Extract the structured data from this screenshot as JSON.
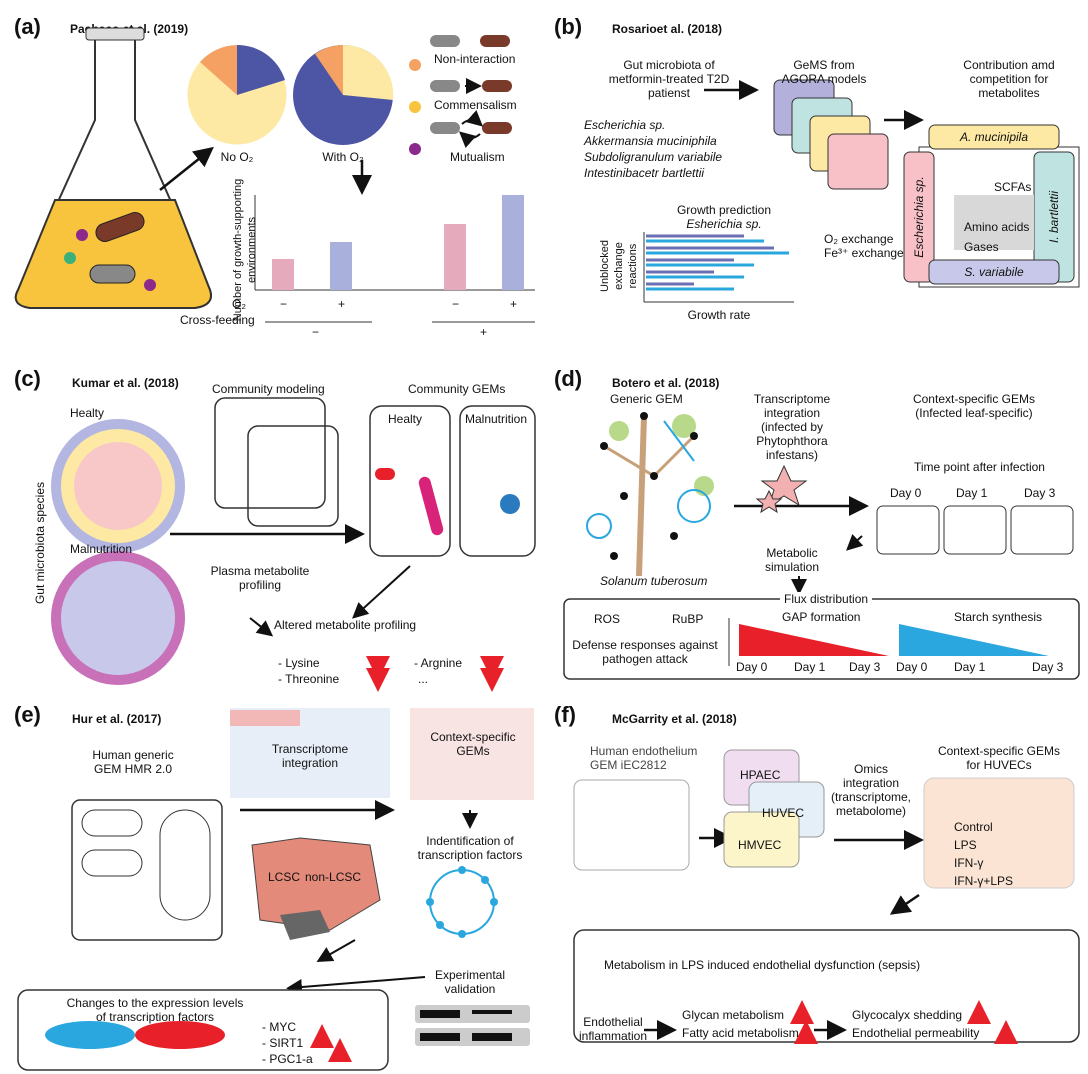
{
  "panels": {
    "a": {
      "label": "(a)",
      "ref": "Pacheco et al. (2019)",
      "pie1": "No O₂",
      "pie2": "With O₂",
      "legend": [
        "Non-interaction",
        "Commensalism",
        "Mutualism"
      ],
      "ylabel": "Number of growth-supporting environments",
      "o2_row": "O₂",
      "cf_row": "Cross-feeding",
      "o2_vals": [
        "−",
        "+",
        "−",
        "+"
      ],
      "cf_vals": [
        "−",
        "+"
      ]
    },
    "b": {
      "label": "(b)",
      "ref": "Rosarioet al. (2018)",
      "title1": "Gut microbiota of metformin-treated T2D patienst",
      "title2": "GeMS from AGORA models",
      "title3": "Contribution amd competition for metabolites",
      "species": [
        "Escherichia sp.",
        "Akkermansia muciniphila",
        "Subdoligranulum variabile",
        "Intestinibacetr bartlettii"
      ],
      "growth_title": "Growth prediction",
      "growth_sub": "Esherichia sp.",
      "ylabel": "Unblocked exchange reactions",
      "xlabel": "Growth rate",
      "exchange1": "O₂ exchange",
      "exchange2": "Fe³⁺ exchange",
      "box_top": "A. mucinipila",
      "box_left": "Escherichia sp.",
      "box_right": "I. bartlettii",
      "box_bottom": "S. variabile",
      "inner": [
        "SCFAs",
        "Amino acids",
        "Gases"
      ]
    },
    "c": {
      "label": "(c)",
      "ref": "Kumar et al. (2018)",
      "side": "Gut microbiota species",
      "healthy": "Healty",
      "malnutrition": "Malnutrition",
      "community": "Community modeling",
      "gems": "Community GEMs",
      "gems_h": "Healty",
      "gems_m": "Malnutrition",
      "plasma": "Plasma metabolite profiling",
      "altered": "Altered metabolite profiling",
      "metabolites": [
        "- Lysine",
        "- Threonine",
        "- Argnine",
        "..."
      ]
    },
    "d": {
      "label": "(d)",
      "ref": "Botero et al. (2018)",
      "generic": "Generic GEM",
      "species": "Solanum tuberosum",
      "transcriptome": "Transcriptome integration (infected by Phytophthora infestans)",
      "context": "Context-specific GEMs (Infected leaf-specific)",
      "timepoint": "Time point after infection",
      "days": [
        "Day 0",
        "Day 1",
        "Day 3"
      ],
      "simulation": "Metabolic simulation",
      "flux": "Flux distribution",
      "ros": "ROS",
      "rubp": "RuBP",
      "defense": "Defense responses against pathogen attack",
      "gap": "GAP formation",
      "starch": "Starch synthesis"
    },
    "e": {
      "label": "(e)",
      "ref": "Hur et al. (2017)",
      "human": "Human generic GEM HMR 2.0",
      "transcriptome": "Transcriptome integration",
      "context": "Context-specific GEMs",
      "lcsc": "LCSC",
      "nonlcsc": "non-LCSC",
      "identification": "Indentification of transcription factors",
      "validation": "Experimental validation",
      "changes": "Changes to the expression levels of transcription factors",
      "factors": [
        "- MYC",
        "- SIRT1",
        "- PGC1-a"
      ]
    },
    "f": {
      "label": "(f)",
      "ref": "McGarrity et al. (2018)",
      "human": "Human endothelium GEM iEC2812",
      "cells": [
        "HPAEC",
        "HUVEC",
        "HMVEC"
      ],
      "omics": "Omics integration (transcriptome, metabolome)",
      "context": "Context-specific GEMs for HUVECs",
      "conditions": [
        "Control",
        "LPS",
        "IFN-γ",
        "IFN-γ+LPS"
      ],
      "metab_title": "Metabolism in LPS induced endothelial dysfunction (sepsis)",
      "inflammation": "Endothelial inflammation",
      "mid": [
        "Glycan metabolism",
        "Fatty acid metabolism"
      ],
      "right": [
        "Glycocalyx shedding",
        "Endothelial permeability"
      ]
    }
  },
  "colors": {
    "red": "#e8202a",
    "blue": "#2aa7de",
    "pink": "#f25c78",
    "navy": "#4d56a5",
    "yellow": "#fde9a3",
    "orange": "#f4a163"
  }
}
